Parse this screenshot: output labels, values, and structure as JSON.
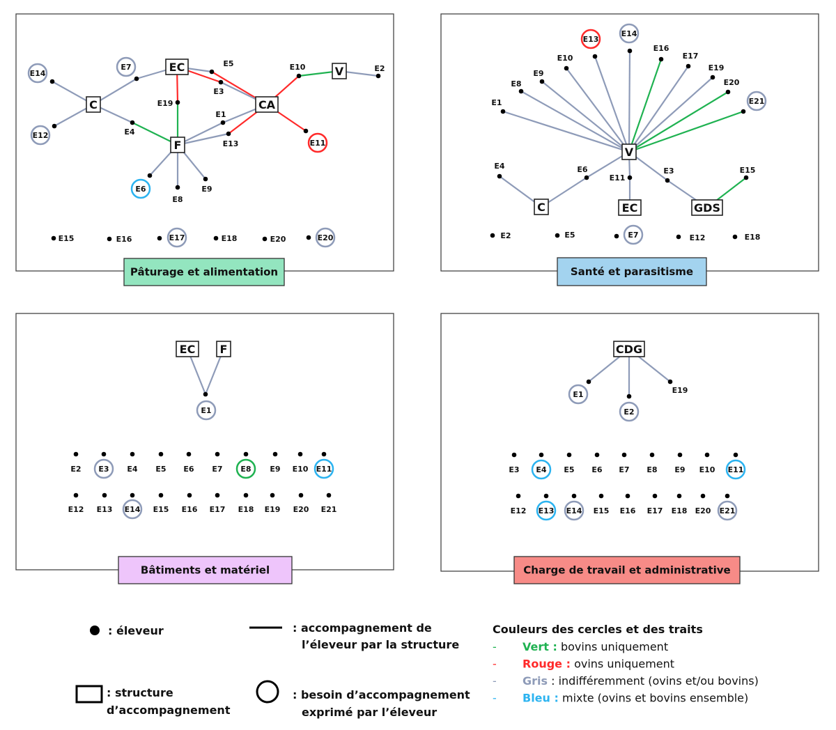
{
  "colors": {
    "grey": "#8e9bb8",
    "red": "#ff2a2a",
    "green": "#1fb251",
    "blue": "#2bb3f0"
  },
  "panels": [
    {
      "title": "Pâturage et alimentation",
      "title_bg": "#93e5bf",
      "structures": [
        "C",
        "EC",
        "CA",
        "F",
        "V"
      ],
      "farmers": [
        {
          "id": "E14",
          "label": "E14",
          "circle": "grey"
        },
        {
          "id": "E7",
          "label": "E7",
          "circle": "grey"
        },
        {
          "id": "E12",
          "label": "E12",
          "circle": "grey"
        },
        {
          "id": "E5",
          "label": "E5"
        },
        {
          "id": "E3",
          "label": "E3"
        },
        {
          "id": "E19",
          "label": "E19"
        },
        {
          "id": "E4",
          "label": "E4"
        },
        {
          "id": "E1",
          "label": "E1"
        },
        {
          "id": "E13",
          "label": "E13"
        },
        {
          "id": "E10",
          "label": "E10"
        },
        {
          "id": "E2",
          "label": "E2"
        },
        {
          "id": "E11",
          "label": "E11",
          "circle": "red"
        },
        {
          "id": "E6",
          "label": "E6",
          "circle": "blue"
        },
        {
          "id": "E8",
          "label": "E8"
        },
        {
          "id": "E9",
          "label": "E9"
        },
        {
          "id": "E15",
          "label": "E15"
        },
        {
          "id": "E16",
          "label": "E16"
        },
        {
          "id": "E17",
          "label": "E17",
          "circle": "grey"
        },
        {
          "id": "E18",
          "label": "E18"
        },
        {
          "id": "E20a",
          "label": "E20"
        },
        {
          "id": "E20b",
          "label": "E20",
          "circle": "grey"
        }
      ],
      "edges": [
        [
          "C",
          "E14",
          "grey"
        ],
        [
          "C",
          "E12",
          "grey"
        ],
        [
          "C",
          "E7",
          "grey"
        ],
        [
          "E7",
          "EC",
          "grey"
        ],
        [
          "C",
          "E4",
          "grey"
        ],
        [
          "E4",
          "F",
          "green"
        ],
        [
          "EC",
          "E19",
          "red"
        ],
        [
          "E19",
          "F",
          "green"
        ],
        [
          "EC",
          "E5",
          "grey"
        ],
        [
          "E5",
          "CA",
          "red"
        ],
        [
          "EC",
          "E3",
          "red"
        ],
        [
          "E3",
          "CA",
          "grey"
        ],
        [
          "F",
          "E1",
          "grey"
        ],
        [
          "E1",
          "CA",
          "grey"
        ],
        [
          "F",
          "E13",
          "grey"
        ],
        [
          "E13",
          "CA",
          "red"
        ],
        [
          "CA",
          "E10",
          "red"
        ],
        [
          "E10",
          "V",
          "green"
        ],
        [
          "V",
          "E2",
          "grey"
        ],
        [
          "CA",
          "E11",
          "red"
        ],
        [
          "F",
          "E6",
          "grey"
        ],
        [
          "F",
          "E8",
          "grey"
        ],
        [
          "F",
          "E9",
          "grey"
        ]
      ]
    },
    {
      "title": "Santé et parasitisme",
      "title_bg": "#a3d3ef",
      "structures": [
        "V",
        "C",
        "EC",
        "GDS"
      ],
      "farmers": [
        {
          "id": "E1",
          "label": "E1"
        },
        {
          "id": "E8",
          "label": "E8"
        },
        {
          "id": "E9",
          "label": "E9"
        },
        {
          "id": "E10",
          "label": "E10"
        },
        {
          "id": "E13",
          "label": "E13",
          "circle": "red"
        },
        {
          "id": "E14",
          "label": "E14",
          "circle": "grey"
        },
        {
          "id": "E16",
          "label": "E16"
        },
        {
          "id": "E17",
          "label": "E17"
        },
        {
          "id": "E19",
          "label": "E19"
        },
        {
          "id": "E20",
          "label": "E20"
        },
        {
          "id": "E21",
          "label": "E21",
          "circle": "grey"
        },
        {
          "id": "E4",
          "label": "E4"
        },
        {
          "id": "E6",
          "label": "E6"
        },
        {
          "id": "E11",
          "label": "E11"
        },
        {
          "id": "E3",
          "label": "E3"
        },
        {
          "id": "E15",
          "label": "E15"
        },
        {
          "id": "E2",
          "label": "E2"
        },
        {
          "id": "E5",
          "label": "E5"
        },
        {
          "id": "E7",
          "label": "E7",
          "circle": "grey"
        },
        {
          "id": "E12",
          "label": "E12"
        },
        {
          "id": "E18",
          "label": "E18"
        }
      ],
      "edges": [
        [
          "V",
          "E1",
          "grey"
        ],
        [
          "V",
          "E8",
          "grey"
        ],
        [
          "V",
          "E9",
          "grey"
        ],
        [
          "V",
          "E10",
          "grey"
        ],
        [
          "V",
          "E13",
          "grey"
        ],
        [
          "V",
          "E14",
          "grey"
        ],
        [
          "V",
          "E16",
          "green"
        ],
        [
          "V",
          "E17",
          "grey"
        ],
        [
          "V",
          "E19",
          "grey"
        ],
        [
          "V",
          "E20",
          "green"
        ],
        [
          "V",
          "E21",
          "green"
        ],
        [
          "V",
          "E6",
          "grey"
        ],
        [
          "E6",
          "C",
          "grey"
        ],
        [
          "C",
          "E4",
          "grey"
        ],
        [
          "V",
          "E11",
          "grey"
        ],
        [
          "E11",
          "EC",
          "grey"
        ],
        [
          "V",
          "E3",
          "grey"
        ],
        [
          "E3",
          "GDS",
          "grey"
        ],
        [
          "GDS",
          "E15",
          "green"
        ]
      ]
    },
    {
      "title": "Bâtiments et matériel",
      "title_bg": "#eec5fb",
      "structures": [
        "EC",
        "F"
      ],
      "farmers": [
        {
          "id": "E1",
          "label": "E1",
          "circle": "grey"
        },
        {
          "id": "E2",
          "label": "E2"
        },
        {
          "id": "E3",
          "label": "E3",
          "circle": "grey"
        },
        {
          "id": "E4",
          "label": "E4"
        },
        {
          "id": "E5",
          "label": "E5"
        },
        {
          "id": "E6",
          "label": "E6"
        },
        {
          "id": "E7",
          "label": "E7"
        },
        {
          "id": "E8",
          "label": "E8",
          "circle": "green"
        },
        {
          "id": "E9",
          "label": "E9"
        },
        {
          "id": "E10",
          "label": "E10"
        },
        {
          "id": "E11",
          "label": "E11",
          "circle": "blue"
        },
        {
          "id": "E12",
          "label": "E12"
        },
        {
          "id": "E13",
          "label": "E13"
        },
        {
          "id": "E14",
          "label": "E14",
          "circle": "grey"
        },
        {
          "id": "E15",
          "label": "E15"
        },
        {
          "id": "E16",
          "label": "E16"
        },
        {
          "id": "E17",
          "label": "E17"
        },
        {
          "id": "E18",
          "label": "E18"
        },
        {
          "id": "E19",
          "label": "E19"
        },
        {
          "id": "E20",
          "label": "E20"
        },
        {
          "id": "E21",
          "label": "E21"
        }
      ],
      "edges": [
        [
          "EC",
          "E1",
          "grey"
        ],
        [
          "F",
          "E1",
          "grey"
        ]
      ]
    },
    {
      "title": "Charge de travail et administrative",
      "title_bg": "#f78b87",
      "structures": [
        "CDG"
      ],
      "farmers": [
        {
          "id": "E1",
          "label": "E1",
          "circle": "grey"
        },
        {
          "id": "E2",
          "label": "E2",
          "circle": "grey"
        },
        {
          "id": "E19",
          "label": "E19"
        },
        {
          "id": "E3",
          "label": "E3"
        },
        {
          "id": "E4",
          "label": "E4",
          "circle": "blue"
        },
        {
          "id": "E5",
          "label": "E5"
        },
        {
          "id": "E6",
          "label": "E6"
        },
        {
          "id": "E7",
          "label": "E7"
        },
        {
          "id": "E8",
          "label": "E8"
        },
        {
          "id": "E9",
          "label": "E9"
        },
        {
          "id": "E10",
          "label": "E10"
        },
        {
          "id": "E11",
          "label": "E11",
          "circle": "blue"
        },
        {
          "id": "E12",
          "label": "E12"
        },
        {
          "id": "E13",
          "label": "E13",
          "circle": "blue"
        },
        {
          "id": "E14",
          "label": "E14",
          "circle": "grey"
        },
        {
          "id": "E15",
          "label": "E15"
        },
        {
          "id": "E16",
          "label": "E16"
        },
        {
          "id": "E17",
          "label": "E17"
        },
        {
          "id": "E18",
          "label": "E18"
        },
        {
          "id": "E20",
          "label": "E20"
        },
        {
          "id": "E21",
          "label": "E21",
          "circle": "grey"
        }
      ],
      "edges": [
        [
          "CDG",
          "E1",
          "grey"
        ],
        [
          "CDG",
          "E2",
          "grey"
        ],
        [
          "CDG",
          "E19",
          "grey"
        ]
      ]
    }
  ],
  "legend": {
    "farmer": ": éleveur",
    "line_1": ": accompagnement de",
    "line_2": "l’éleveur par la structure",
    "structure_1": ": structure",
    "structure_2": "d’accompagnement",
    "need_1": ": besoin d’accompagnement",
    "need_2": "exprimé par l’éleveur",
    "color_title": "Couleurs des cercles et des traits",
    "color_items": [
      {
        "key": "Vert :",
        "text": " bovins uniquement",
        "color": "green"
      },
      {
        "key": "Rouge :",
        "text": " ovins uniquement",
        "color": "red"
      },
      {
        "key": "Gris",
        "text": " : indifféremment (ovins et/ou bovins)",
        "color": "grey"
      },
      {
        "key": "Bleu :",
        "text": " mixte (ovins et bovins ensemble)",
        "color": "blue"
      }
    ]
  }
}
